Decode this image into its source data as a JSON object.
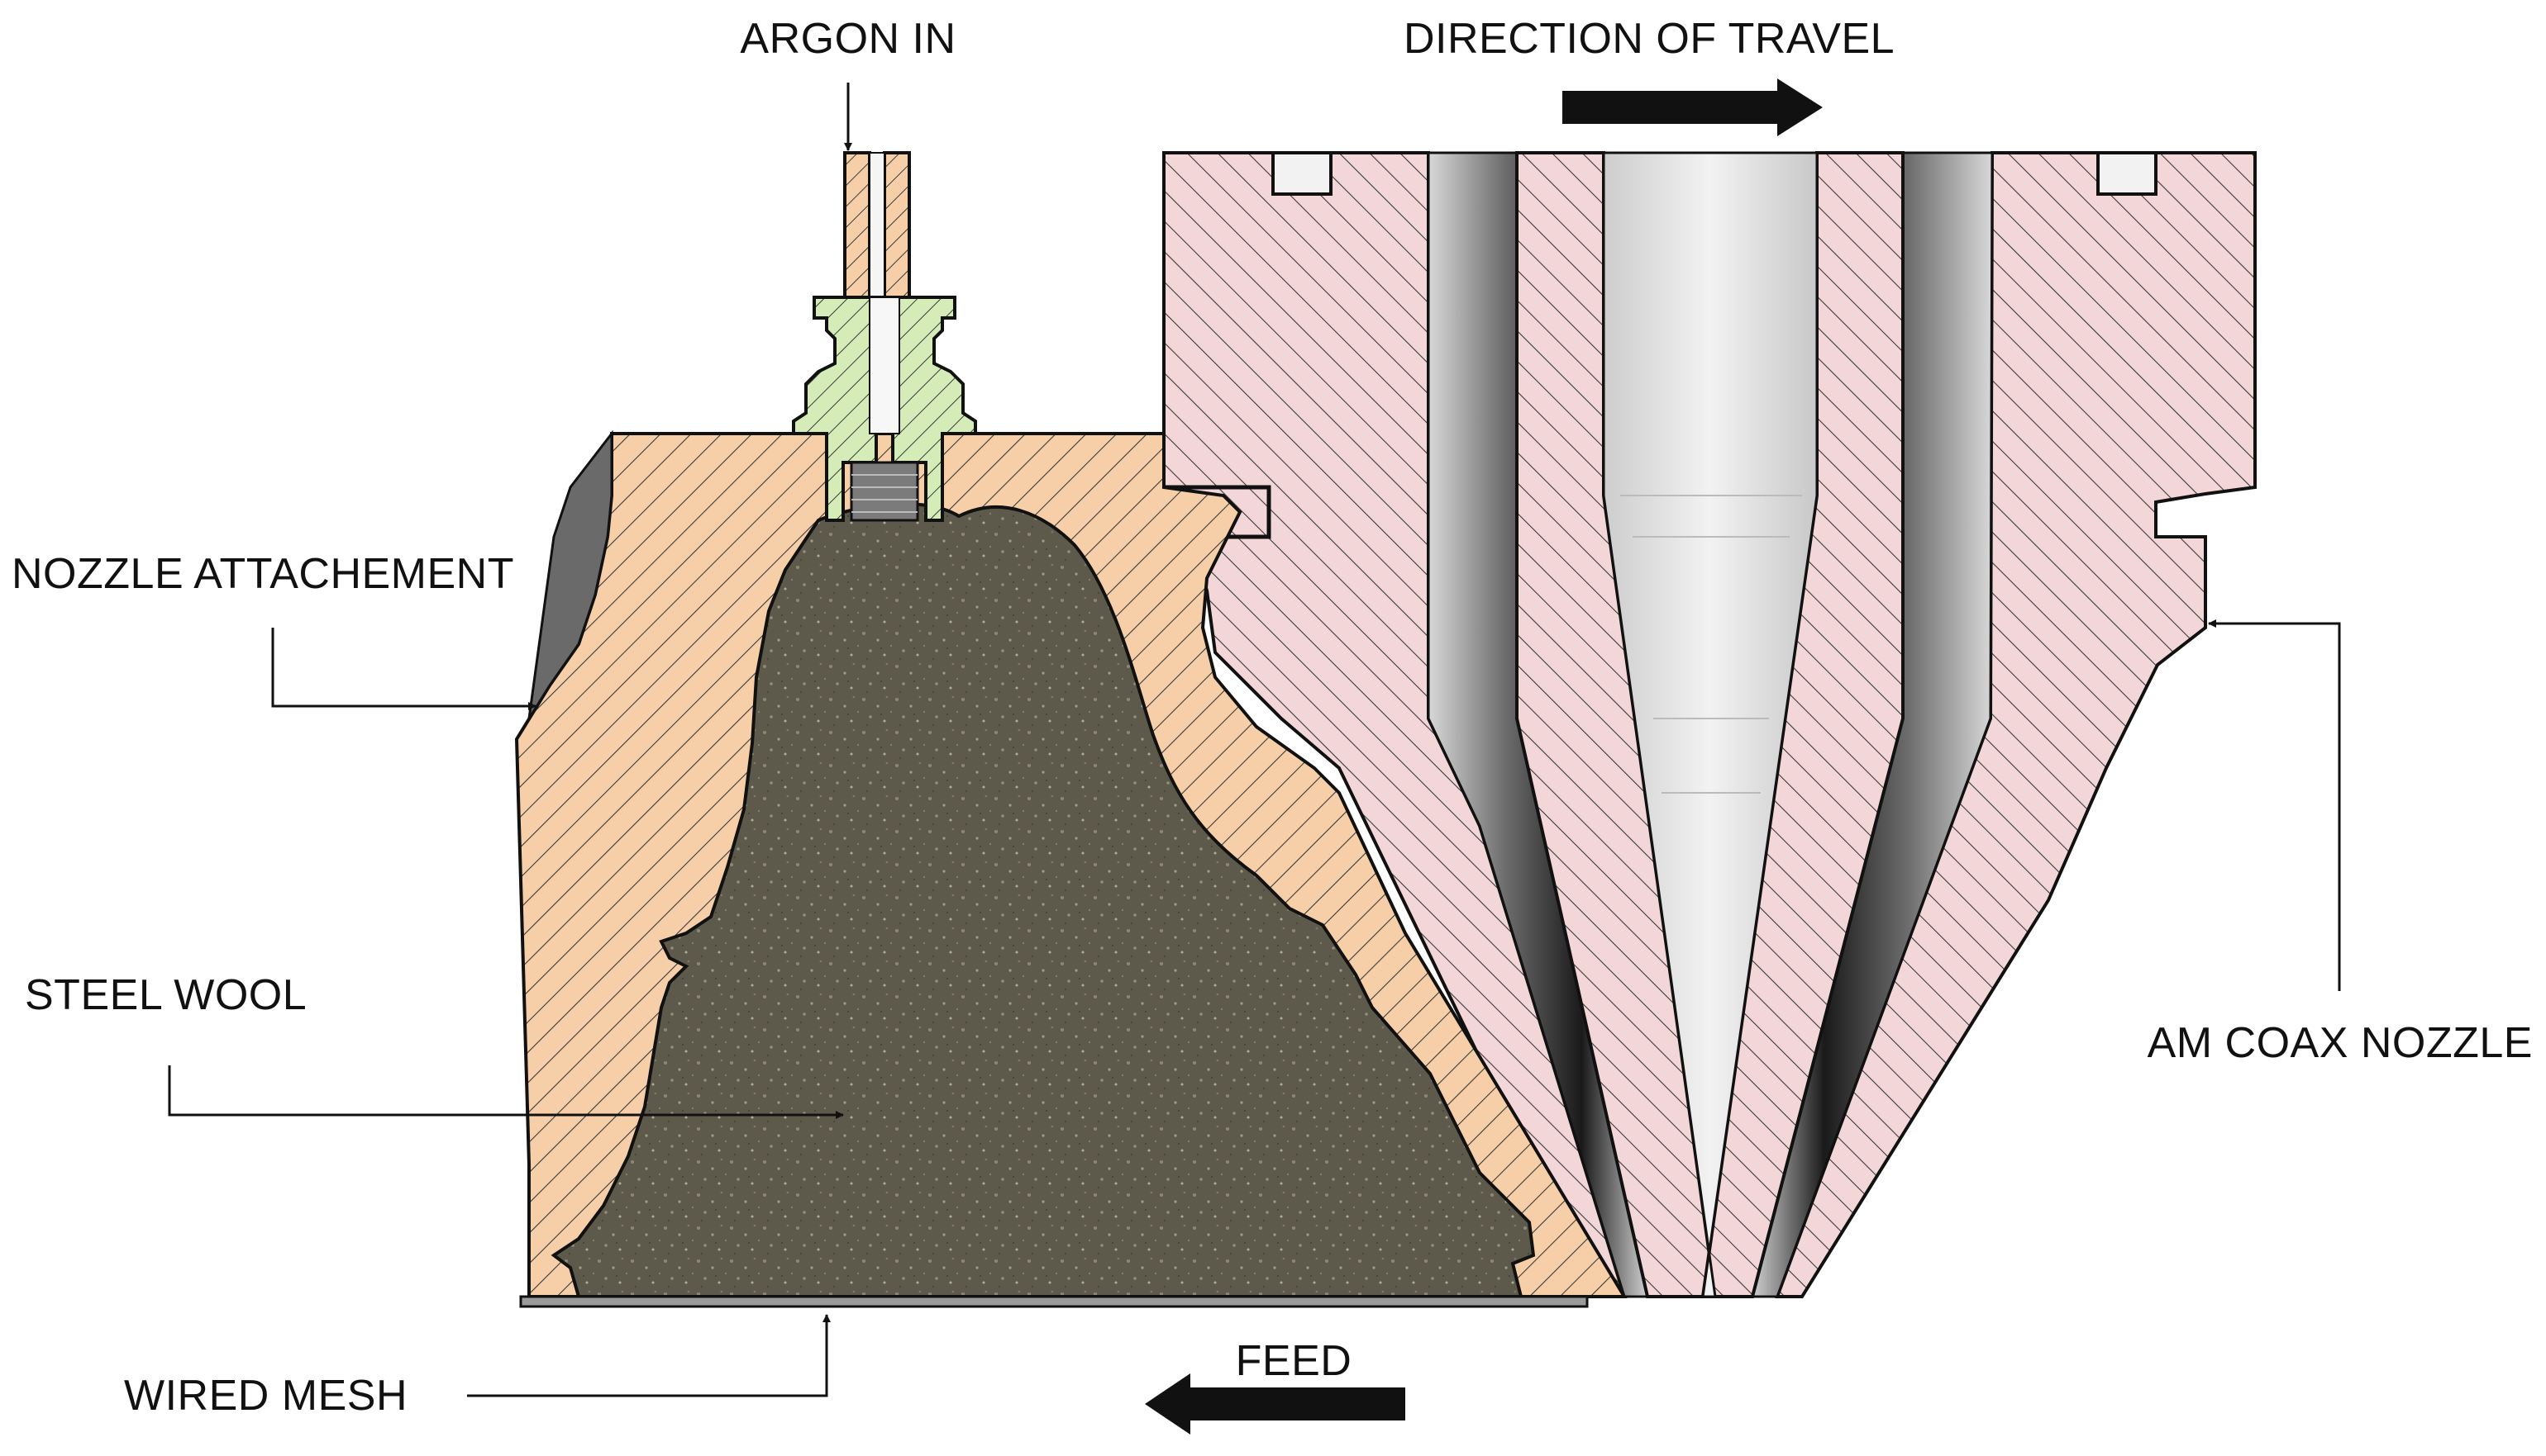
{
  "labels": {
    "argon_in": "ARGON IN",
    "direction_of_travel": "DIRECTION OF TRAVEL",
    "nozzle_attachment": "NOZZLE ATTACHEMENT",
    "steel_wool": "STEEL WOOL",
    "am_coax_nozzle": "AM COAX NOZZLE",
    "wired_mesh": "WIRED MESH",
    "feed": "FEED"
  },
  "colors": {
    "attachment_fill": "#f6cfa8",
    "coax_nozzle_fill": "#f3d6d8",
    "fitting_fill": "#d5ecb8",
    "steel_wool_fill": "#5e5a4b",
    "hatch_line": "#3a3a3a",
    "outline": "#111111",
    "bore_fill": "#e4e4e4"
  }
}
